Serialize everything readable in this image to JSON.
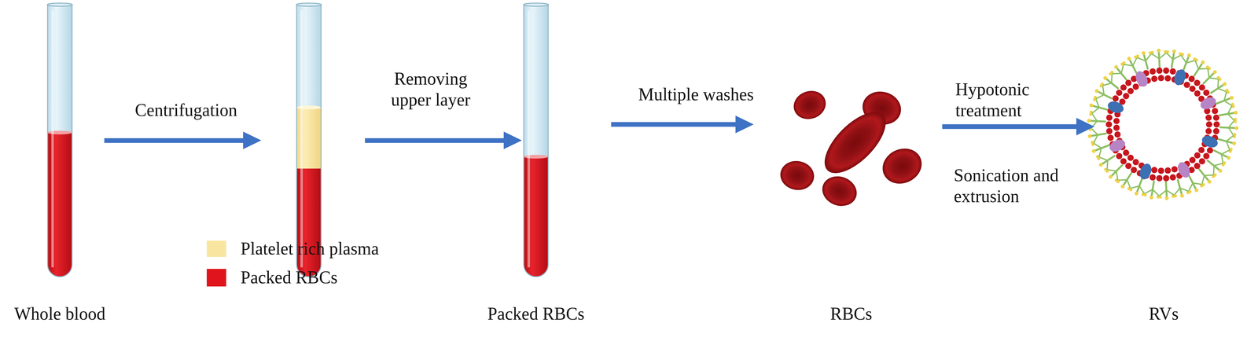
{
  "diagram": {
    "nodes": [
      {
        "text": [
          "Whole blood"
        ]
      },
      {
        "text": [
          "Packed RBCs"
        ]
      },
      {
        "text": [
          "RBCs"
        ]
      },
      {
        "text": [
          "RVs"
        ]
      }
    ],
    "edges": [
      {
        "from": 1,
        "to": 2,
        "arrow": "to",
        "label": "Multiple washes"
      },
      {
        "from": 2,
        "to": 3,
        "arrow": "to",
        "label": "Hypotonic treatment"
      }
    ],
    "labels": [
      "Centrifugation",
      "Removing upper layer",
      "Sonication and extrusion"
    ],
    "legend": [
      {
        "text": "Platelet rich plasma",
        "color": "#F8E6A0"
      },
      {
        "text": "Packed RBCs",
        "color": "#E0141C"
      }
    ]
  }
}
